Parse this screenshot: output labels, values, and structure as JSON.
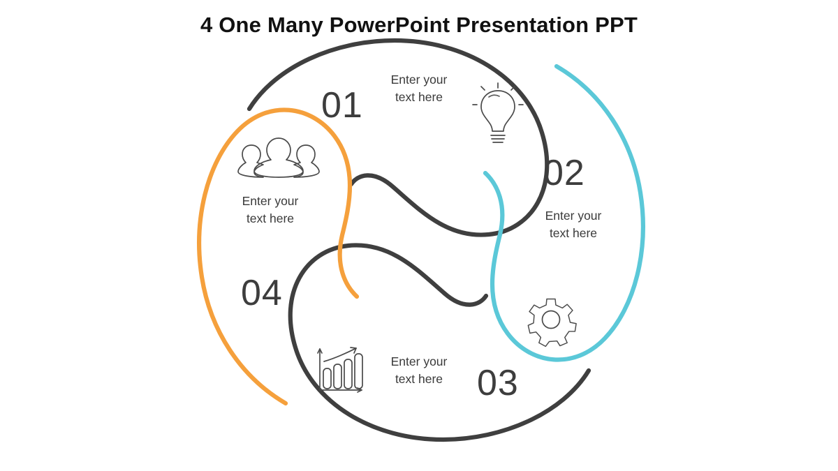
{
  "slide": {
    "title": "4 One Many PowerPoint Presentation PPT",
    "background_color": "#ffffff"
  },
  "colors": {
    "dark": "#3f3f3f",
    "orange": "#f5a03c",
    "cyan": "#5bc8d8",
    "number_text": "#3d3d3d",
    "body_text": "#3a3a3a",
    "title_text": "#111111",
    "icon_stroke": "#4a4a4a"
  },
  "diagram": {
    "type": "circular-swirl-infographic",
    "segment_count": 4,
    "segments": [
      {
        "number": "01",
        "color": "#3f3f3f",
        "icon": "lightbulb-icon",
        "text_line1": "Enter your",
        "text_line2": "text here",
        "position": "top"
      },
      {
        "number": "02",
        "color": "#5bc8d8",
        "icon": "gear-icon",
        "text_line1": "Enter your",
        "text_line2": "text here",
        "position": "right"
      },
      {
        "number": "03",
        "color": "#3f3f3f",
        "icon": "bar-chart-growth-icon",
        "text_line1": "Enter your",
        "text_line2": "text here",
        "position": "bottom"
      },
      {
        "number": "04",
        "color": "#f5a03c",
        "icon": "people-group-icon",
        "text_line1": "Enter your",
        "text_line2": "text here",
        "position": "left"
      }
    ]
  }
}
